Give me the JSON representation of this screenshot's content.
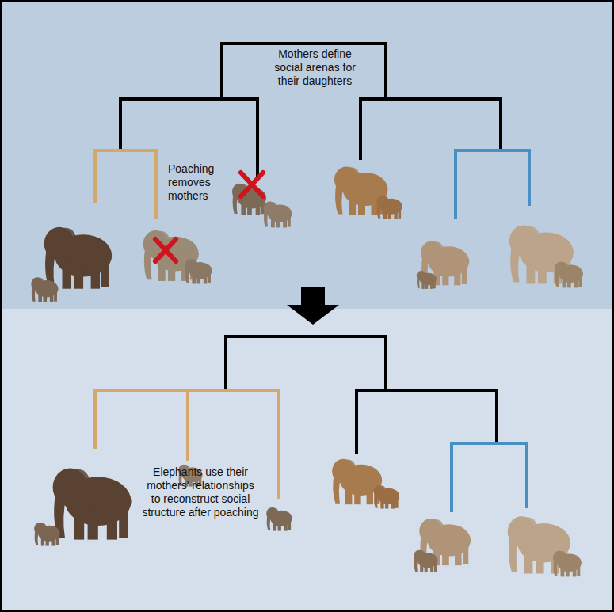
{
  "diagram": {
    "labels": [
      "Mothers define social arenas for their daughters",
      "Poaching removes mothers",
      "Elephants use their mothers' relationships to reconstruct social structure after poaching"
    ]
  }
}
